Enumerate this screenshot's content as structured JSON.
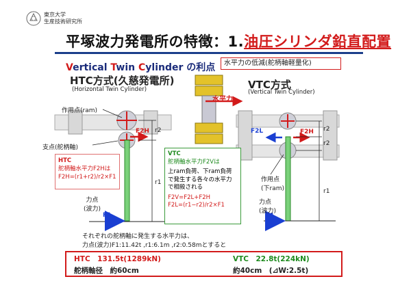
{
  "logo": {
    "line1": "東京大学",
    "line2": "生産技術研究所"
  },
  "title": {
    "main": "平塚波力発電所の特徴：1.",
    "highlight": "油圧シリンダ鉛直配置"
  },
  "subtitle": {
    "parts": [
      {
        "t": "V",
        "red": true
      },
      {
        "t": "ertical ",
        "red": false
      },
      {
        "t": "T",
        "red": true
      },
      {
        "t": "win ",
        "red": false
      },
      {
        "t": "C",
        "red": true
      },
      {
        "t": "ylinder の利点",
        "red": false
      }
    ]
  },
  "reduce_box": "水平力の低減(舵柄軸軽量化)",
  "htc": {
    "title": "HTC方式(久慈発電所)",
    "sub": "(Horizontal Twin Cylinder)"
  },
  "vtc": {
    "title": "VTC方式",
    "sub": "(Vertical Twin Cylinder)"
  },
  "labels": {
    "action_point": "作用点(ram)",
    "fulcrum": "支点(舵柄軸)",
    "force_point_1": "力点",
    "force_point_2": "(波力)",
    "hforce": "水平力",
    "vtc_action_1": "作用点",
    "vtc_action_2": "(下ram)",
    "vtc_force_1": "力点",
    "vtc_force_2": "(波力)",
    "F1": "F1",
    "F2H": "F2H",
    "F2L": "F2L",
    "F2Hr": "F2H",
    "r1": "r1",
    "r2": "r2"
  },
  "htc_box": {
    "l1": "HTC",
    "l2": "舵柄軸水平力F2Hは",
    "l3": "F2H=(r1+r2)/r2×F1"
  },
  "vtc_box": {
    "l1": "VTC",
    "l2": "舵柄軸水平力F2Vは",
    "l3": "上ram負荷、下ram負荷",
    "l4": "で発生する各々の水平力",
    "l5": "で相殺される",
    "l6": "F2V=F2L+F2H",
    "l7": "F2L=(r1−r2)/r2×F1"
  },
  "note": {
    "l1": "それぞれの舵柄軸に発生する水平力は、",
    "l2": "力点(波力)F1:11.42t ,r1:6.1m ,r2:0.58mとすると"
  },
  "result": {
    "htc": "HTC　131.5t(1289kN)",
    "htc2": "舵柄軸径　約60cm",
    "vtc": "VTC　22.8t(224kN)",
    "vtc2": "約40cm　(⊿W:2.5t)"
  }
}
